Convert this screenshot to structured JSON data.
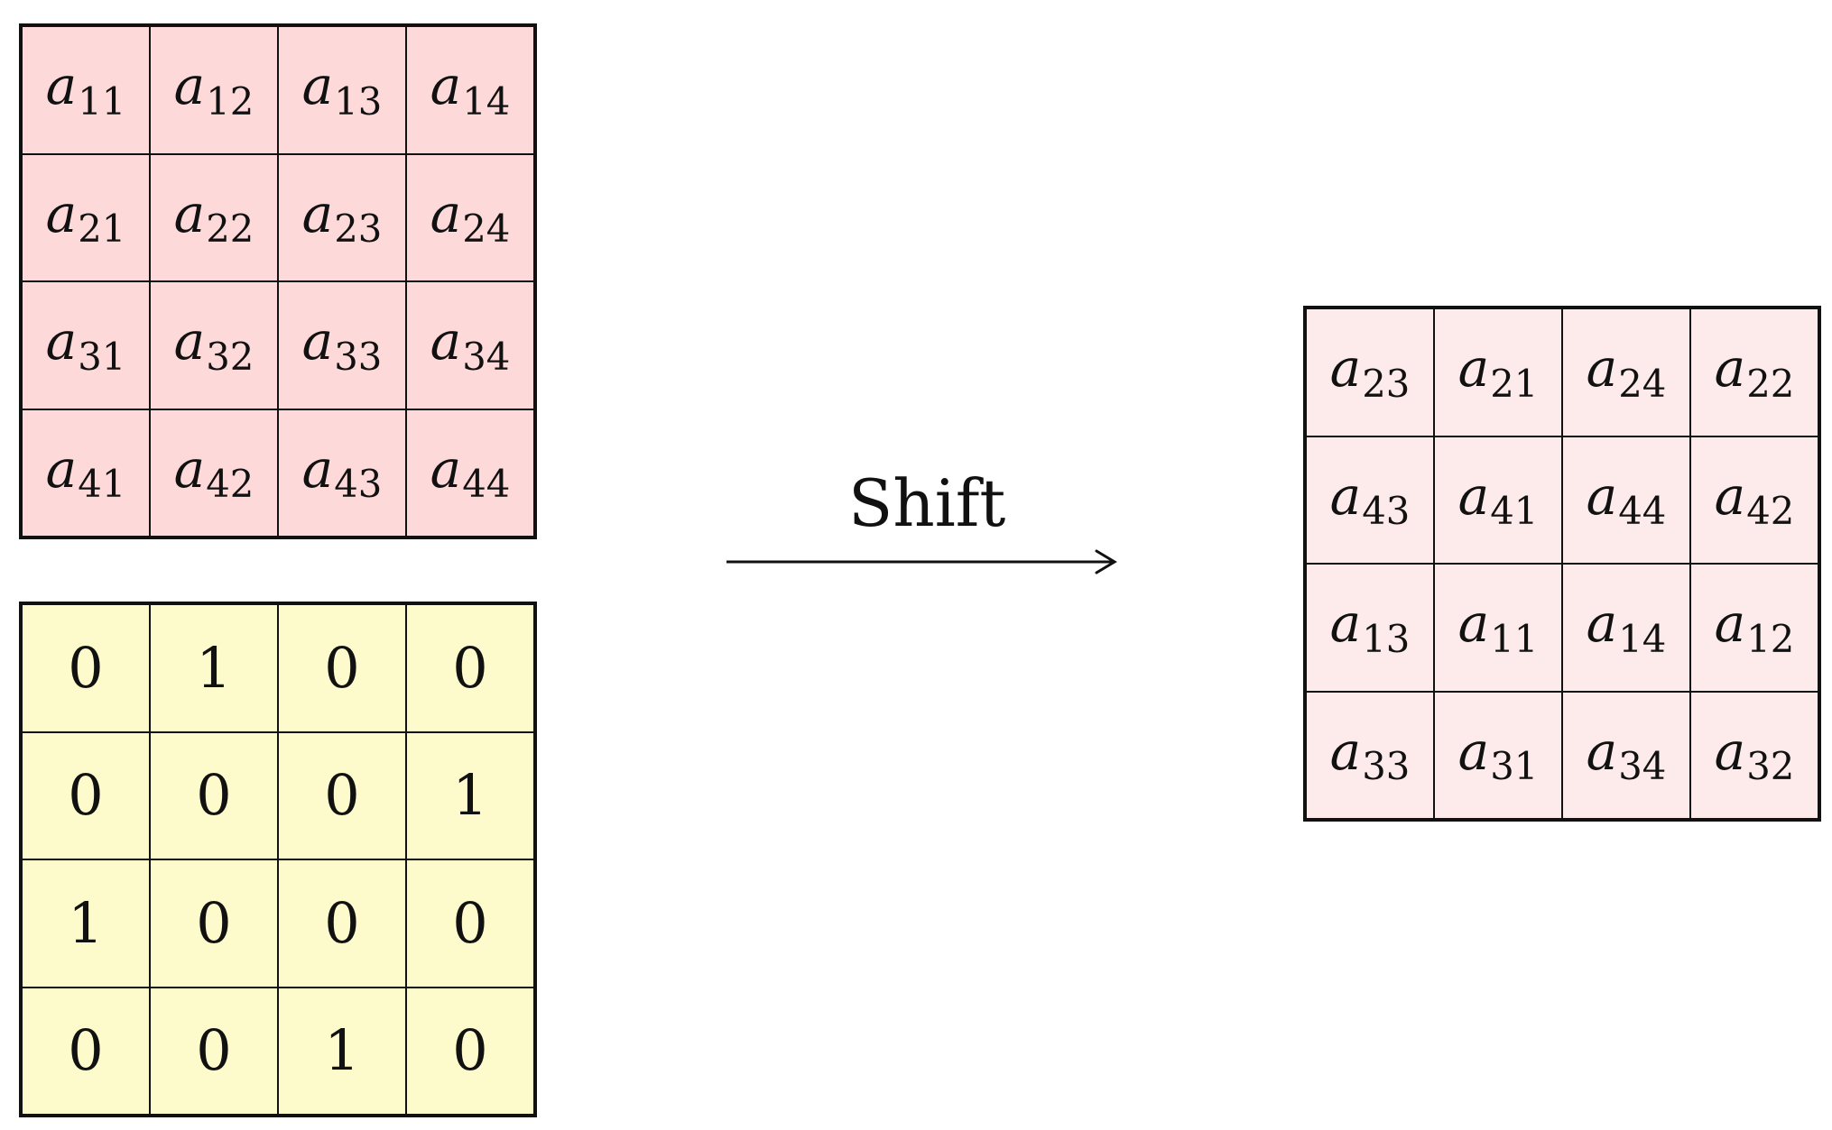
{
  "input_matrix": {
    "symbol": "a",
    "rows": [
      [
        "11",
        "12",
        "13",
        "14"
      ],
      [
        "21",
        "22",
        "23",
        "24"
      ],
      [
        "31",
        "32",
        "33",
        "34"
      ],
      [
        "41",
        "42",
        "43",
        "44"
      ]
    ],
    "fill": "#fdd9d9"
  },
  "permutation_matrix": {
    "rows": [
      [
        "0",
        "1",
        "0",
        "0"
      ],
      [
        "0",
        "0",
        "0",
        "1"
      ],
      [
        "1",
        "0",
        "0",
        "0"
      ],
      [
        "0",
        "0",
        "1",
        "0"
      ]
    ],
    "fill": "#fdfbcc"
  },
  "arrow": {
    "label": "Shift"
  },
  "output_matrix": {
    "symbol": "a",
    "rows": [
      [
        "23",
        "21",
        "24",
        "22"
      ],
      [
        "43",
        "41",
        "44",
        "42"
      ],
      [
        "13",
        "11",
        "14",
        "12"
      ],
      [
        "33",
        "31",
        "34",
        "32"
      ]
    ],
    "fill": "#fdeaea"
  }
}
